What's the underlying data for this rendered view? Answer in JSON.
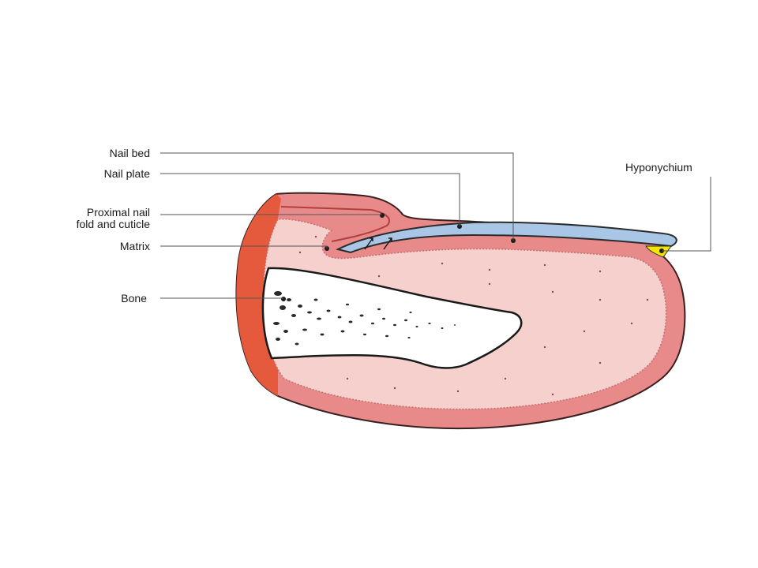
{
  "labels": {
    "nail_bed": "Nail bed",
    "nail_plate": "Nail plate",
    "proximal_nail_fold_line1": "Proximal nail",
    "proximal_nail_fold_line2": "fold and cuticle",
    "matrix": "Matrix",
    "bone": "Bone",
    "hyponychium": "Hyponychium"
  },
  "colors": {
    "skin_outer": "#e88a8a",
    "skin_inner": "#f6d0cc",
    "dermis": "#f1a8a4",
    "cut_surface": "#e55a3c",
    "nail_plate": "#a9c6e6",
    "hyponychium": "#f2e600",
    "bone": "#ffffff",
    "leader_line": "#555555"
  }
}
